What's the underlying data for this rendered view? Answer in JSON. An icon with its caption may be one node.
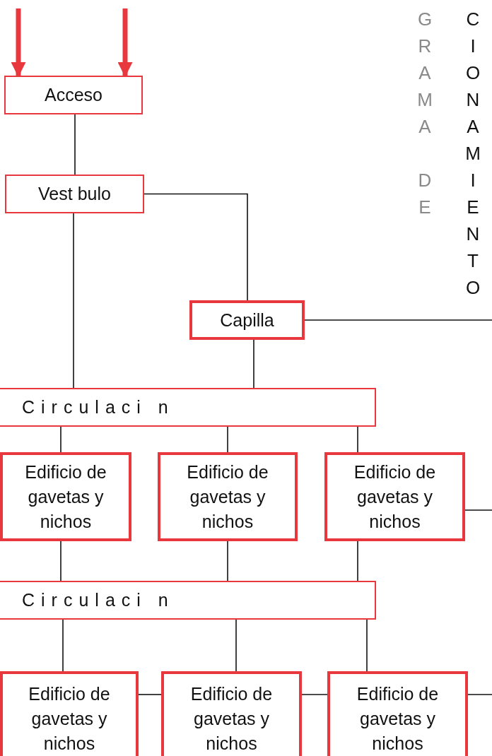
{
  "diagram": {
    "nodes": [
      {
        "text": [
          "Acceso"
        ]
      },
      {
        "text": [
          "Vest bulo"
        ]
      },
      {
        "text": [
          "Capilla"
        ]
      },
      {
        "text": [
          "Circulaci n"
        ]
      },
      {
        "text": [
          "Edificio de gavetas y nichos"
        ]
      },
      {
        "text": [
          "Edificio de gavetas y nichos"
        ]
      },
      {
        "text": [
          "Edificio de gavetas y nichos"
        ]
      },
      {
        "text": [
          "Circulaci n"
        ]
      },
      {
        "text": [
          "Edificio de gavetas y nichos"
        ]
      },
      {
        "text": [
          "Edificio de gavetas y nichos"
        ]
      },
      {
        "text": [
          "Edificio de gavetas y nichos"
        ]
      }
    ],
    "edges": [
      {
        "from": null,
        "to": 0,
        "arrow": "to",
        "style": "thick",
        "color": "#e8383d"
      },
      {
        "from": null,
        "to": 0,
        "arrow": "to",
        "style": "thick",
        "color": "#e8383d"
      },
      {
        "from": 0,
        "to": 1,
        "arrow": "none"
      },
      {
        "from": 1,
        "to": 2,
        "arrow": "none"
      },
      {
        "from": 1,
        "to": 3,
        "arrow": "none"
      },
      {
        "from": 2,
        "to": null,
        "arrow": "none"
      },
      {
        "from": 2,
        "to": 3,
        "arrow": "none"
      },
      {
        "from": 3,
        "to": 4,
        "arrow": "none"
      },
      {
        "from": 3,
        "to": 5,
        "arrow": "none"
      },
      {
        "from": 3,
        "to": 6,
        "arrow": "none"
      },
      {
        "from": 6,
        "to": null,
        "arrow": "none"
      },
      {
        "from": 4,
        "to": 7,
        "arrow": "none"
      },
      {
        "from": 5,
        "to": 7,
        "arrow": "none"
      },
      {
        "from": 6,
        "to": 7,
        "arrow": "none"
      },
      {
        "from": 7,
        "to": 8,
        "arrow": "none"
      },
      {
        "from": 7,
        "to": 9,
        "arrow": "none"
      },
      {
        "from": 7,
        "to": 10,
        "arrow": "none"
      },
      {
        "from": 8,
        "to": 9,
        "arrow": "none"
      },
      {
        "from": 9,
        "to": 10,
        "arrow": "none"
      },
      {
        "from": 10,
        "to": null,
        "arrow": "none"
      }
    ],
    "labels": [
      "GRAMA DE",
      "CIONAMIENTO"
    ]
  }
}
